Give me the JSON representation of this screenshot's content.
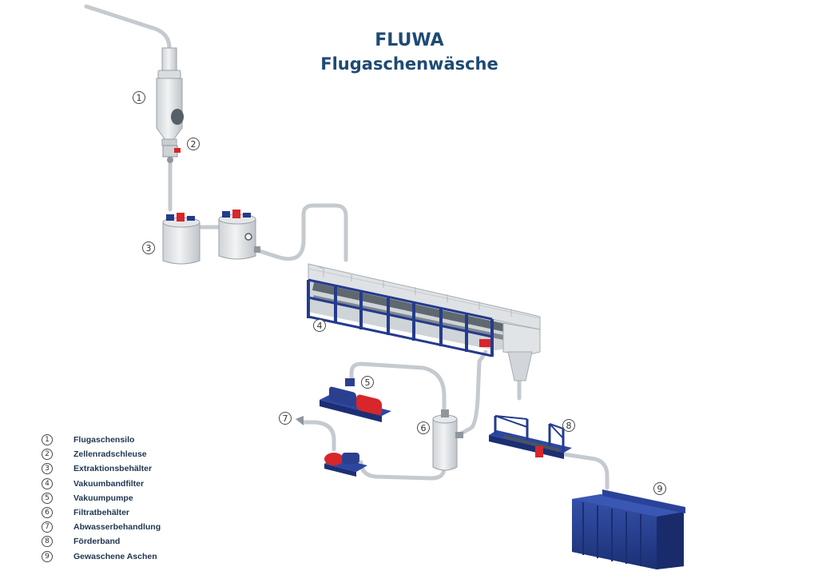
{
  "title": {
    "line1": "FLUWA",
    "line2": "Flugaschenwäsche"
  },
  "colors": {
    "title": "#1e4a73",
    "frame_blue": "#243b8e",
    "pipe": "#c8cdd2",
    "tank": "#e3e6e9",
    "motor_red": "#d8262b",
    "number_circle": "#4a4a4a"
  },
  "callouts": [
    {
      "number": "1"
    },
    {
      "number": "2"
    },
    {
      "number": "3"
    },
    {
      "number": "4"
    },
    {
      "number": "5"
    },
    {
      "number": "6"
    },
    {
      "number": "7"
    },
    {
      "number": "8"
    },
    {
      "number": "9"
    }
  ],
  "legend": [
    {
      "number": "1",
      "label": "Flugaschensilo"
    },
    {
      "number": "2",
      "label": "Zellenradschleuse"
    },
    {
      "number": "3",
      "label": "Extraktionsbehälter"
    },
    {
      "number": "4",
      "label": "Vakuumbandfilter"
    },
    {
      "number": "5",
      "label": "Vakuumpumpe"
    },
    {
      "number": "6",
      "label": "Filtratbehälter"
    },
    {
      "number": "7",
      "label": "Abwasserbehandlung"
    },
    {
      "number": "8",
      "label": "Förderband"
    },
    {
      "number": "9",
      "label": "Gewaschene Aschen"
    }
  ]
}
